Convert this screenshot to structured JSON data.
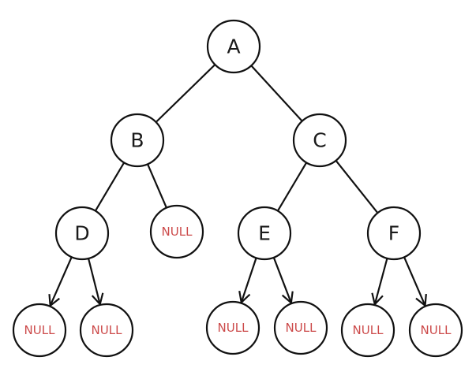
{
  "nodes": [
    {
      "id": "A",
      "label": "A"
    },
    {
      "id": "B",
      "label": "B"
    },
    {
      "id": "C",
      "label": "C"
    },
    {
      "id": "D",
      "label": "D"
    },
    {
      "id": "NB",
      "label": "NULL"
    },
    {
      "id": "E",
      "label": "E"
    },
    {
      "id": "F",
      "label": "F"
    },
    {
      "id": "ND1",
      "label": "NULL"
    },
    {
      "id": "ND2",
      "label": "NULL"
    },
    {
      "id": "NE1",
      "label": "NULL"
    },
    {
      "id": "NE2",
      "label": "NULL"
    },
    {
      "id": "NF1",
      "label": "NULL"
    },
    {
      "id": "NF2",
      "label": "NULL"
    }
  ],
  "edges": [
    {
      "from": "A",
      "to": "B",
      "arrow": false
    },
    {
      "from": "A",
      "to": "C",
      "arrow": false
    },
    {
      "from": "B",
      "to": "D",
      "arrow": false
    },
    {
      "from": "B",
      "to": "NB",
      "arrow": false
    },
    {
      "from": "C",
      "to": "E",
      "arrow": false
    },
    {
      "from": "C",
      "to": "F",
      "arrow": false
    },
    {
      "from": "D",
      "to": "ND1",
      "arrow": true
    },
    {
      "from": "D",
      "to": "ND2",
      "arrow": true
    },
    {
      "from": "E",
      "to": "NE1",
      "arrow": true
    },
    {
      "from": "E",
      "to": "NE2",
      "arrow": true
    },
    {
      "from": "F",
      "to": "NF1",
      "arrow": true
    },
    {
      "from": "F",
      "to": "NF2",
      "arrow": true
    }
  ],
  "colors": {
    "stroke": "#111111",
    "label": "#1a1a1a",
    "null_label": "#cc4a4a"
  }
}
